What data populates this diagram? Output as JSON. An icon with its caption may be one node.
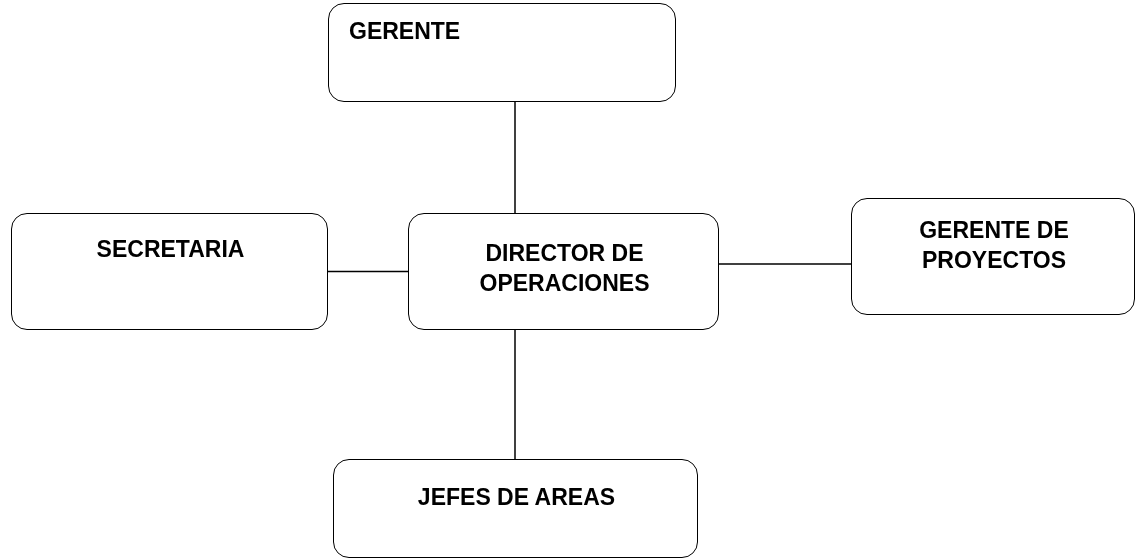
{
  "diagram": {
    "nodes": [
      {
        "text": [
          "GERENTE"
        ]
      },
      {
        "text": [
          "SECRETARIA"
        ]
      },
      {
        "text": [
          "DIRECTOR DE OPERACIONES"
        ]
      },
      {
        "text": [
          "GERENTE DE PROYECTOS"
        ]
      },
      {
        "text": [
          "JEFES DE AREAS"
        ]
      }
    ],
    "edges": [
      {
        "from": 0,
        "to": 2,
        "arrow": "none"
      },
      {
        "from": 1,
        "to": 2,
        "arrow": "none"
      },
      {
        "from": 2,
        "to": 3,
        "arrow": "none"
      },
      {
        "from": 2,
        "to": 4,
        "arrow": "none"
      }
    ]
  }
}
